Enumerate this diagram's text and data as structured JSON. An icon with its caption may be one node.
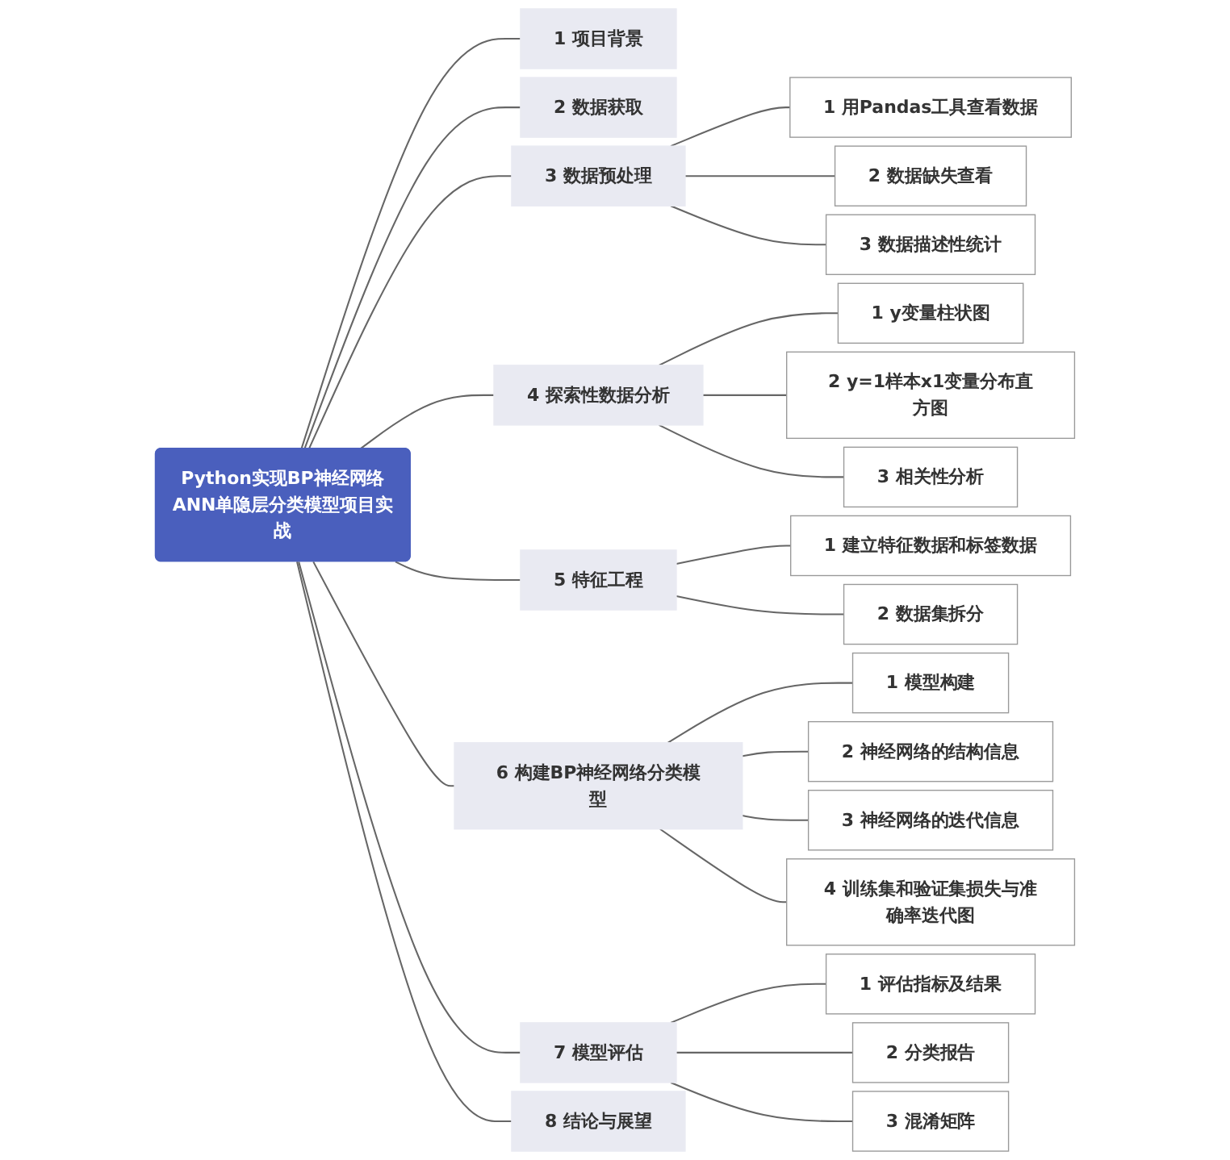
{
  "diagram": {
    "nodes": [
      {
        "text": [
          "Python实现BP神经网络ANN单隐层分类模型项目实战"
        ]
      },
      {
        "text": [
          "1 项目背景"
        ]
      },
      {
        "text": [
          "2 数据获取"
        ]
      },
      {
        "text": [
          "3 数据预处理"
        ]
      },
      {
        "text": [
          "1 用Pandas工具查看数据"
        ]
      },
      {
        "text": [
          "2 数据缺失查看"
        ]
      },
      {
        "text": [
          "3 数据描述性统计"
        ]
      },
      {
        "text": [
          "4 探索性数据分析"
        ]
      },
      {
        "text": [
          "1 y变量柱状图"
        ]
      },
      {
        "text": [
          "2 y=1样本x1变量分布直方图"
        ]
      },
      {
        "text": [
          "3 相关性分析"
        ]
      },
      {
        "text": [
          "5 特征工程"
        ]
      },
      {
        "text": [
          "1 建立特征数据和标签数据"
        ]
      },
      {
        "text": [
          "2 数据集拆分"
        ]
      },
      {
        "text": [
          "6 构建BP神经网络分类模型"
        ]
      },
      {
        "text": [
          "1 模型构建"
        ]
      },
      {
        "text": [
          "2 神经网络的结构信息"
        ]
      },
      {
        "text": [
          "3 神经网络的迭代信息"
        ]
      },
      {
        "text": [
          "4 训练集和验证集损失与准确率迭代图"
        ]
      },
      {
        "text": [
          "7 模型评估"
        ]
      },
      {
        "text": [
          "1 评估指标及结果"
        ]
      },
      {
        "text": [
          "2 分类报告"
        ]
      },
      {
        "text": [
          "3 混淆矩阵"
        ]
      },
      {
        "text": [
          "8 结论与展望"
        ]
      }
    ],
    "edges": [
      {
        "from": 0,
        "to": 1,
        "arrow": "none"
      },
      {
        "from": 0,
        "to": 2,
        "arrow": "none"
      },
      {
        "from": 0,
        "to": 3,
        "arrow": "none"
      },
      {
        "from": 3,
        "to": 4,
        "arrow": "none"
      },
      {
        "from": 3,
        "to": 5,
        "arrow": "none"
      },
      {
        "from": 3,
        "to": 6,
        "arrow": "none"
      },
      {
        "from": 0,
        "to": 7,
        "arrow": "none"
      },
      {
        "from": 7,
        "to": 8,
        "arrow": "none"
      },
      {
        "from": 7,
        "to": 9,
        "arrow": "none"
      },
      {
        "from": 7,
        "to": 10,
        "arrow": "none"
      },
      {
        "from": 0,
        "to": 11,
        "arrow": "none"
      },
      {
        "from": 11,
        "to": 12,
        "arrow": "none"
      },
      {
        "from": 11,
        "to": 13,
        "arrow": "none"
      },
      {
        "from": 0,
        "to": 14,
        "arrow": "none"
      },
      {
        "from": 14,
        "to": 15,
        "arrow": "none"
      },
      {
        "from": 14,
        "to": 16,
        "arrow": "none"
      },
      {
        "from": 14,
        "to": 17,
        "arrow": "none"
      },
      {
        "from": 14,
        "to": 18,
        "arrow": "none"
      },
      {
        "from": 0,
        "to": 19,
        "arrow": "none"
      },
      {
        "from": 19,
        "to": 20,
        "arrow": "none"
      },
      {
        "from": 19,
        "to": 21,
        "arrow": "none"
      },
      {
        "from": 19,
        "to": 22,
        "arrow": "none"
      },
      {
        "from": 0,
        "to": 23,
        "arrow": "none"
      }
    ]
  }
}
